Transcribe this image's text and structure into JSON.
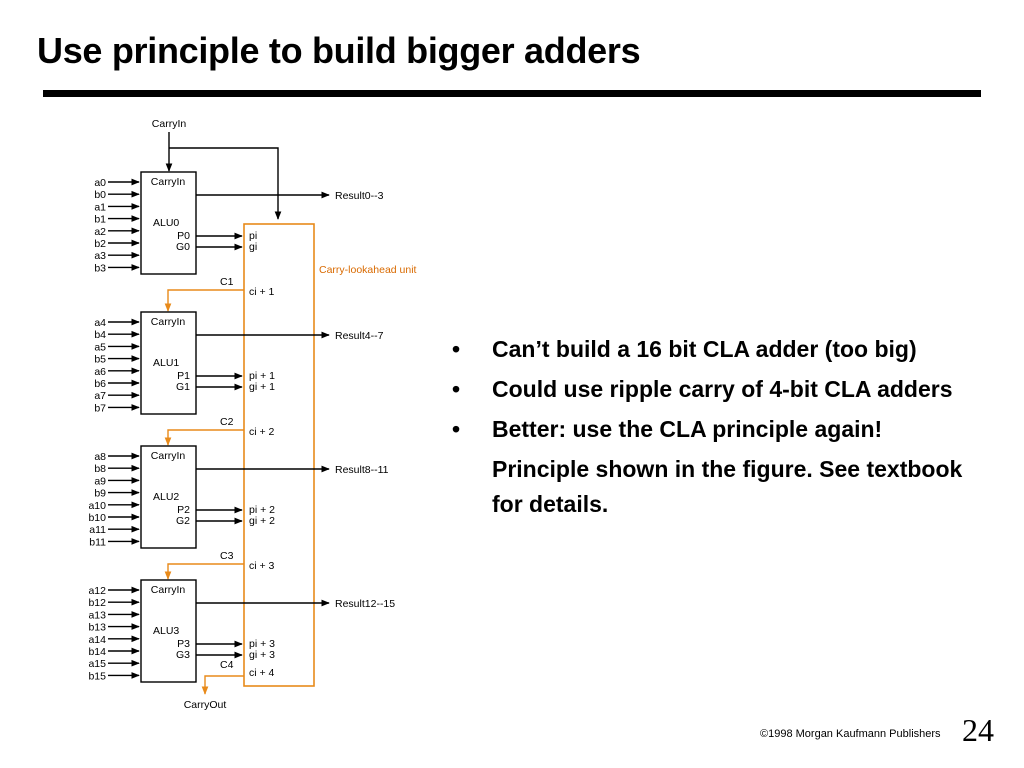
{
  "title": "Use principle to build bigger adders",
  "diagram": {
    "top_carry_in": "CarryIn",
    "carry_out": "CarryOut",
    "cla_unit_label": "Carry-lookahead unit",
    "blocks": [
      {
        "carry_in": "CarryIn",
        "alu": "ALU0",
        "p": "P0",
        "g": "G0",
        "inputs": [
          "a0",
          "b0",
          "a1",
          "b1",
          "a2",
          "b2",
          "a3",
          "b3"
        ],
        "result": "Result0--3",
        "pi": "pi",
        "gi": "gi",
        "c": "C1",
        "ci": "ci + 1"
      },
      {
        "carry_in": "CarryIn",
        "alu": "ALU1",
        "p": "P1",
        "g": "G1",
        "inputs": [
          "a4",
          "b4",
          "a5",
          "b5",
          "a6",
          "b6",
          "a7",
          "b7"
        ],
        "result": "Result4--7",
        "pi": "pi + 1",
        "gi": "gi + 1",
        "c": "C2",
        "ci": "ci + 2"
      },
      {
        "carry_in": "CarryIn",
        "alu": "ALU2",
        "p": "P2",
        "g": "G2",
        "inputs": [
          "a8",
          "b8",
          "a9",
          "b9",
          "a10",
          "b10",
          "a11",
          "b11"
        ],
        "result": "Result8--11",
        "pi": "pi + 2",
        "gi": "gi + 2",
        "c": "C3",
        "ci": "ci + 3"
      },
      {
        "carry_in": "CarryIn",
        "alu": "ALU3",
        "p": "P3",
        "g": "G3",
        "inputs": [
          "a12",
          "b12",
          "a13",
          "b13",
          "a14",
          "b14",
          "a15",
          "b15"
        ],
        "result": "Result12--15",
        "pi": "pi + 3",
        "gi": "gi + 3",
        "c": "C4",
        "ci": "ci + 4"
      }
    ],
    "colors": {
      "line": "#000000",
      "cla": "#e88a1a"
    }
  },
  "bullets": [
    {
      "marker": "•",
      "text": "Can’t build a 16 bit CLA adder  (too big)"
    },
    {
      "marker": "•",
      "text": "Could use ripple carry of 4-bit CLA adders"
    },
    {
      "marker": "•",
      "text": "Better:  use the CLA principle again!"
    },
    {
      "marker": "",
      "text": "Principle shown in the figure. See textbook for details."
    }
  ],
  "footer": {
    "copyright": "©1998 Morgan Kaufmann Publishers",
    "page_number": "24"
  }
}
